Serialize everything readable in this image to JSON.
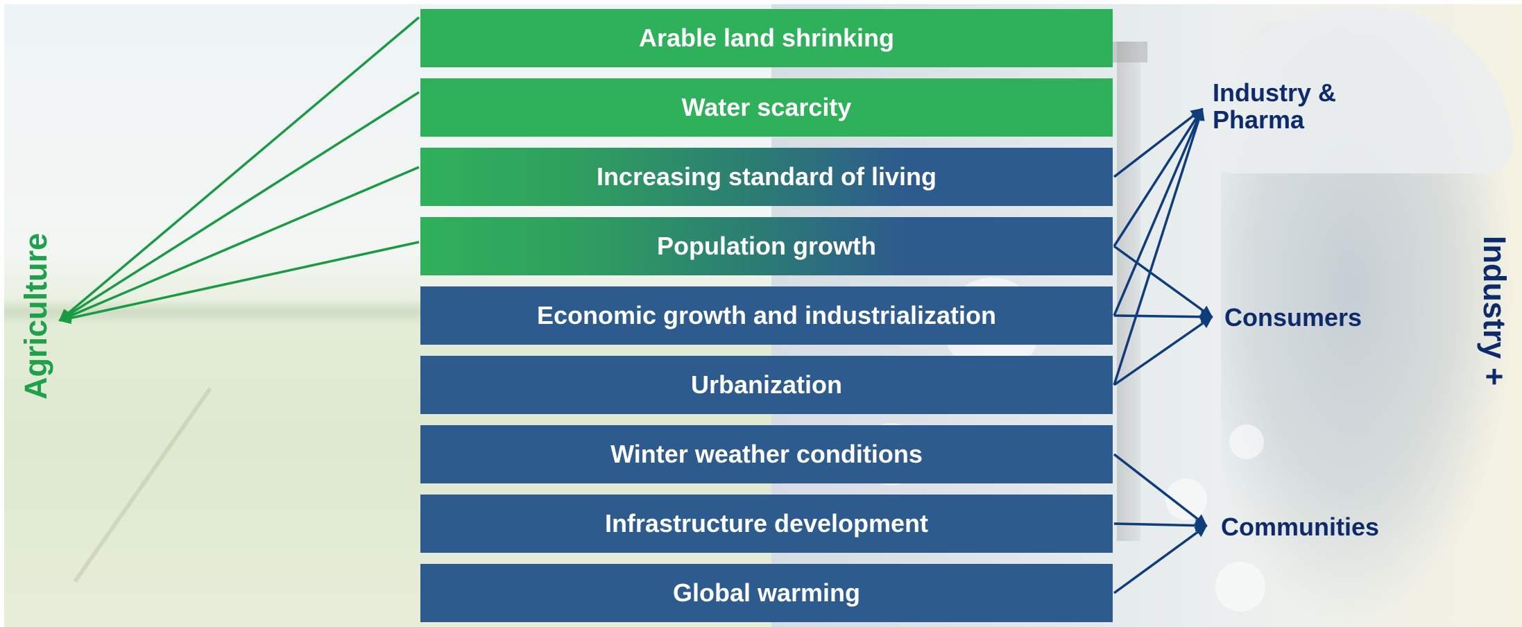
{
  "side_labels": {
    "left": "Agriculture",
    "right": "Industry +"
  },
  "factors": [
    {
      "label": "Arable land shrinking",
      "style": "green"
    },
    {
      "label": "Water scarcity",
      "style": "green"
    },
    {
      "label": "Increasing standard of living",
      "style": "mixed"
    },
    {
      "label": "Population growth",
      "style": "mixed"
    },
    {
      "label": "Economic growth and industrialization",
      "style": "blue"
    },
    {
      "label": "Urbanization",
      "style": "blue"
    },
    {
      "label": "Winter weather conditions",
      "style": "blue"
    },
    {
      "label": "Infrastructure development",
      "style": "blue"
    },
    {
      "label": "Global warming",
      "style": "blue"
    }
  ],
  "targets": {
    "industry_pharma": "Industry &\nPharma",
    "consumers": "Consumers",
    "communities": "Communities"
  },
  "links": {
    "agriculture": [
      0,
      1,
      2,
      3
    ],
    "industry_pharma": [
      2,
      3,
      4,
      5
    ],
    "consumers": [
      3,
      4,
      5
    ],
    "communities": [
      6,
      7,
      8
    ]
  },
  "colors": {
    "green_box": "#2fb05b",
    "blue_box": "#2e5b8e",
    "agriculture_text": "#1fa04a",
    "industry_text": "#0d2a6b",
    "green_arrow": "#1a9a43",
    "blue_arrow": "#0f3c7a"
  }
}
